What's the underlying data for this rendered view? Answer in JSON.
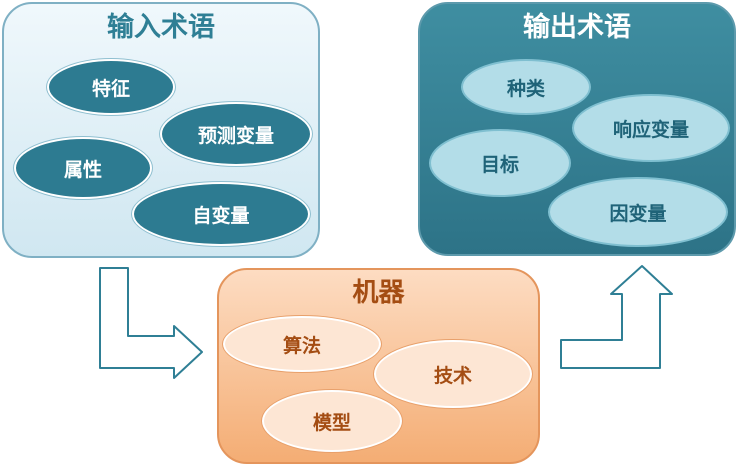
{
  "input_terms": {
    "title": "输入术语",
    "items": [
      "特征",
      "预测变量",
      "属性",
      "自变量"
    ]
  },
  "output_terms": {
    "title": "输出术语",
    "items": [
      "种类",
      "响应变量",
      "目标",
      "因变量"
    ]
  },
  "machine": {
    "title": "机器",
    "items": [
      "算法",
      "技术",
      "模型"
    ]
  },
  "colors": {
    "input_accent": "#2f7f95",
    "output_fill": "#2d7387",
    "machine_fill": "#f4ad74",
    "machine_text": "#a44d13"
  }
}
